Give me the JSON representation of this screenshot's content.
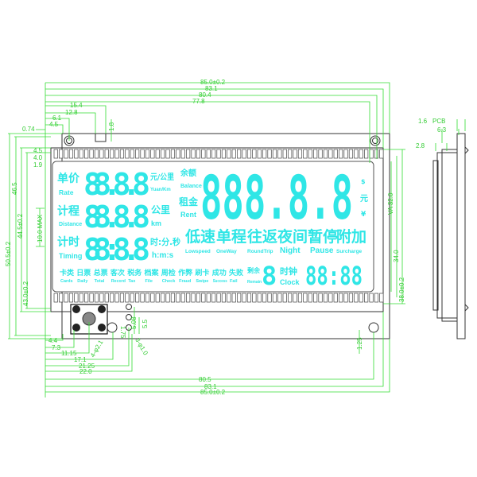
{
  "colors": {
    "segment": "#2fe6e6",
    "dimension": "#33cc33",
    "outline": "#333333"
  },
  "lcd": {
    "rate": {
      "cn": "单价",
      "en": "Rate",
      "digits": "88.8.8",
      "unit_cn": "元/公里",
      "unit_en": "Yuan/Km"
    },
    "distance": {
      "cn": "计程",
      "en": "Distance",
      "digits": "88.8.8",
      "unit_cn": "公里",
      "unit_en": "km"
    },
    "timing": {
      "cn": "计时",
      "en": "Timing",
      "digits": "88:8.8",
      "unit_cn": "时:分.秒",
      "unit_en": "h:m:s"
    },
    "balance": {
      "cn": "余额",
      "en": "Balance"
    },
    "rent": {
      "cn": "租金",
      "en": "Rent"
    },
    "main_digits": "888.8.8",
    "currency": [
      "$",
      "元",
      "¥"
    ],
    "modes": [
      {
        "cn": "低速",
        "en": "Lowspeed"
      },
      {
        "cn": "单程",
        "en": "OneWay"
      },
      {
        "cn": "往返",
        "en": "RoundTrip"
      },
      {
        "cn": "夜间",
        "en": "Night"
      },
      {
        "cn": "暂停",
        "en": "Pause"
      },
      {
        "cn": "附加",
        "en": "Surcharge"
      }
    ],
    "flags": [
      {
        "cn": "卡类",
        "en": "Cards"
      },
      {
        "cn": "日票",
        "en": "Daily"
      },
      {
        "cn": "总票",
        "en": "Total"
      },
      {
        "cn": "客次",
        "en": "Record"
      },
      {
        "cn": "税务",
        "en": "Tax"
      },
      {
        "cn": "档案",
        "en": "File"
      },
      {
        "cn": "周检",
        "en": "Check"
      },
      {
        "cn": "作弊",
        "en": "Fraud"
      },
      {
        "cn": "刷卡",
        "en": "Swipe"
      },
      {
        "cn": "成功",
        "en": "Success"
      },
      {
        "cn": "失败",
        "en": "Fail"
      },
      {
        "cn": "剩余",
        "en": "Remain"
      }
    ],
    "remain_digit": "8",
    "clock": {
      "cn": "时钟",
      "en": "Clock",
      "digits": "88:88"
    }
  },
  "dimensions": {
    "top": [
      "85.0±0.2",
      "83.1",
      "80.4",
      "77.8",
      "15.4",
      "12.8",
      "6.1",
      "4.5",
      "0.74",
      "1.8"
    ],
    "left": [
      "50.5±0.2",
      "46.5",
      "44.5±0.2",
      "43.0±0.2",
      "10.0 MAX",
      "4.5",
      "4.0",
      "1.9"
    ],
    "right": [
      "VA 32.0",
      "34.0",
      "38.0±0.2"
    ],
    "bottom": [
      "4.4",
      "7.3",
      "11.15",
      "17.1",
      "21.25",
      "22.0",
      "80.5",
      "83.1",
      "85.0±0.2"
    ],
    "misc": [
      "4-φ2.1",
      "1.75",
      "5.08",
      "5.5",
      "3-φ1.0",
      "1.25"
    ],
    "side": [
      "1.6",
      "PCB",
      "6.3",
      "2.8"
    ]
  }
}
